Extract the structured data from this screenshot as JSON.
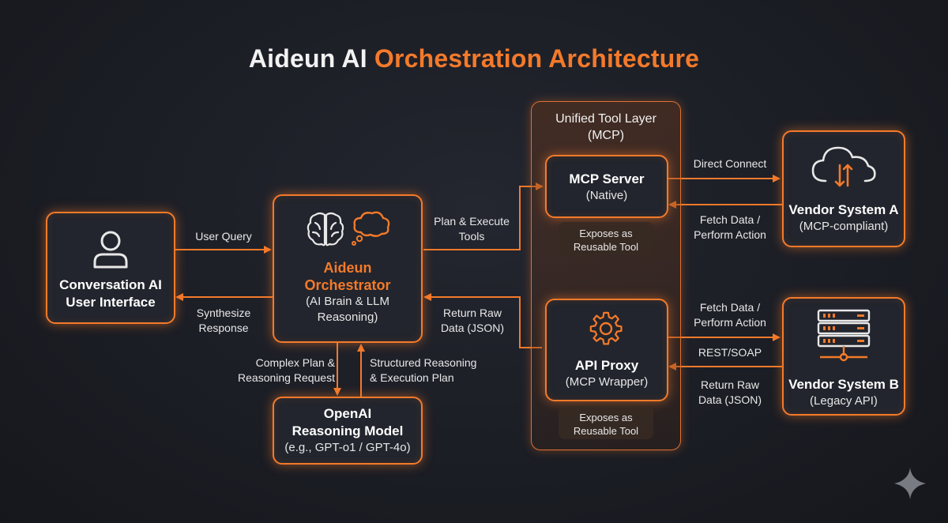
{
  "title": {
    "part1": "Aideun AI",
    "part2": "Orchestration Architecture"
  },
  "colors": {
    "accent": "#f47a2a",
    "background": "#1b1d24",
    "box_fill": "#22252d"
  },
  "nodes": {
    "ui": {
      "line1": "Conversation AI",
      "line2": "User Interface",
      "icon": "user-icon"
    },
    "orchestrator": {
      "line1": "Aideun",
      "line2": "Orchestrator",
      "sub1": "(AI Brain & LLM",
      "sub2": "Reasoning)",
      "icons": [
        "brain-icon",
        "thought-bubble-icon"
      ]
    },
    "openai": {
      "line1": "OpenAI",
      "line2": "Reasoning Model",
      "sub": "(e.g., GPT-o1 / GPT-4o)"
    },
    "tool_layer": {
      "line1": "Unified Tool Layer",
      "line2": "(MCP)"
    },
    "mcp_server": {
      "title": "MCP Server",
      "sub": "(Native)"
    },
    "mcp_chip": {
      "line1": "Exposes as",
      "line2": "Reusable Tool"
    },
    "api_proxy": {
      "title": "API Proxy",
      "sub": "(MCP Wrapper)",
      "icon": "gear-icon"
    },
    "api_chip": {
      "line1": "Exposes as",
      "line2": "Reusable Tool"
    },
    "vendor_a": {
      "title": "Vendor System A",
      "sub": "(MCP-compliant)",
      "icon": "cloud-sync-icon"
    },
    "vendor_b": {
      "title": "Vendor System B",
      "sub": "(Legacy API)",
      "icon": "server-icon"
    }
  },
  "edges": {
    "user_query": "User Query",
    "synthesize": {
      "line1": "Synthesize",
      "line2": "Response"
    },
    "plan_execute": {
      "line1": "Plan & Execute",
      "line2": "Tools"
    },
    "return_raw_left": {
      "line1": "Return Raw",
      "line2": "Data (JSON)"
    },
    "complex_plan": {
      "line1": "Complex Plan &",
      "line2": "Reasoning Request"
    },
    "structured": {
      "line1": "Structured Reasoning",
      "line2": "& Execution Plan"
    },
    "direct_connect": "Direct Connect",
    "fetch_a": {
      "line1": "Fetch Data /",
      "line2": "Perform Action"
    },
    "fetch_b": {
      "line1": "Fetch Data /",
      "line2": "Perform Action"
    },
    "rest_soap": "REST/SOAP",
    "return_raw_right": {
      "line1": "Return Raw",
      "line2": "Data (JSON)"
    }
  },
  "watermark": "sparkle-icon"
}
